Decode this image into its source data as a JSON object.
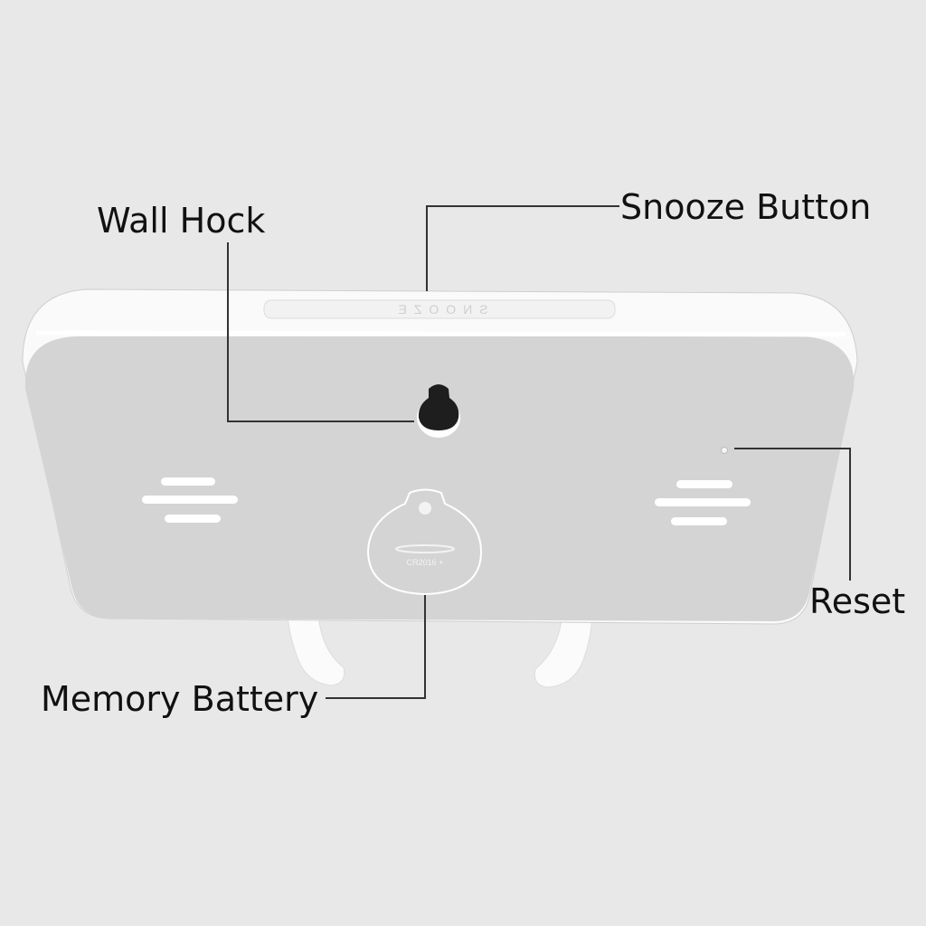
{
  "labels": {
    "wall_hook": "Wall Hock",
    "snooze_button": "Snooze Button",
    "reset": "Reset",
    "memory_battery": "Memory Battery"
  },
  "device_embossing": {
    "snooze_mirrored": "SNOOZE",
    "battery_cover": "CR2016 +"
  },
  "colors": {
    "background": "#e8e8e8",
    "body": "#d4d4d4",
    "rim": "#fafafa",
    "leader_line": "#333333",
    "hook": "#1e1e1e"
  }
}
